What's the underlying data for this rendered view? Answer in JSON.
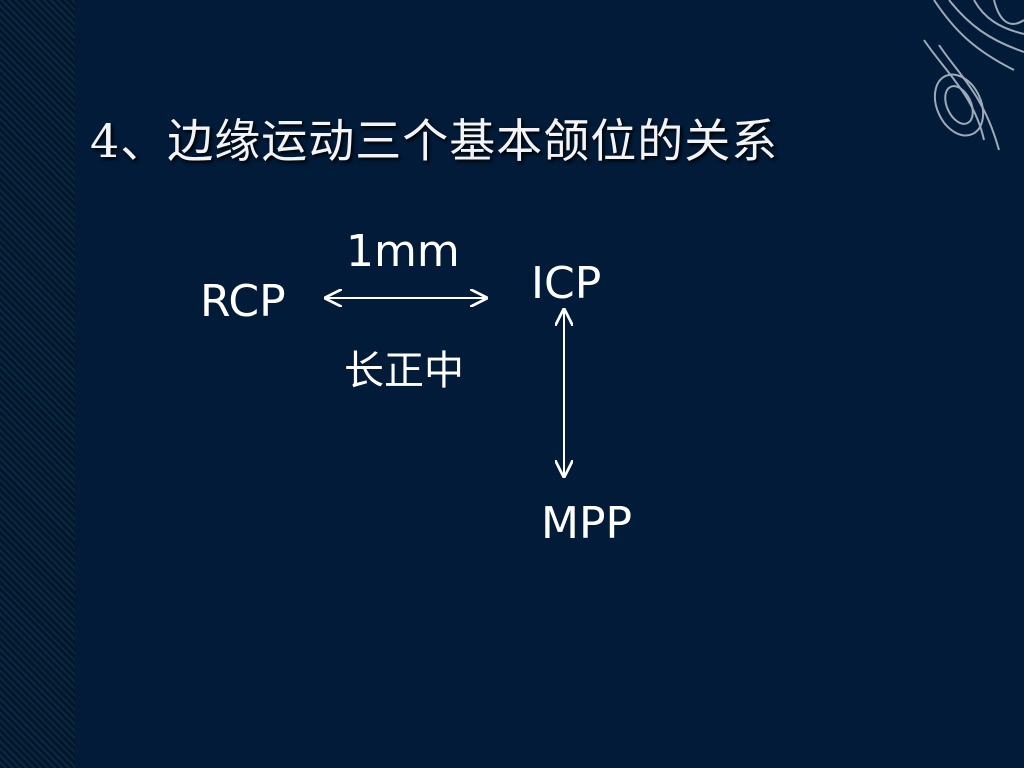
{
  "slide": {
    "title": "4、边缘运动三个基本颌位的关系"
  },
  "diagram": {
    "nodes": {
      "rcp": "RCP",
      "icp": "ICP",
      "mpp": "MPP"
    },
    "labels": {
      "distance": "1mm",
      "long_centric": "长正中"
    }
  },
  "colors": {
    "background": "#011b38",
    "text": "#ffffff"
  }
}
